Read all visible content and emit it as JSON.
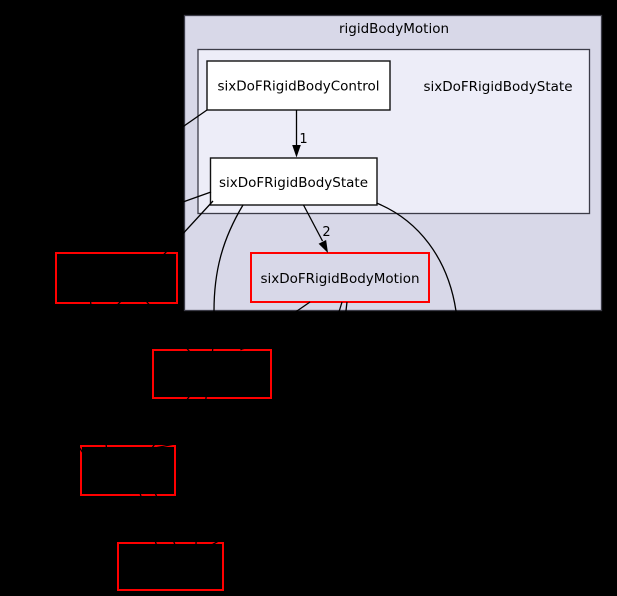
{
  "graph": {
    "clusters": {
      "outer": {
        "label": "rigidBodyMotion"
      },
      "inner": {
        "label": "sixDoFRigidBodyState"
      }
    },
    "nodes": {
      "control": {
        "label": "sixDoFRigidBodyControl"
      },
      "state": {
        "label": "sixDoFRigidBodyState"
      },
      "motion": {
        "label": "sixDoFRigidBodyMotion"
      }
    },
    "edge_labels": {
      "control_to_state": "1",
      "state_to_motion": "2"
    },
    "colors": {
      "page_background": "#000000",
      "outer_cluster_fill": "#d8d8e8",
      "inner_cluster_fill": "#ededf8",
      "cluster_border": "#3c3c48",
      "node_fill": "#ffffff",
      "node_border": "#111111",
      "highlight_node_border": "#ff0000",
      "edge": "#000000",
      "text": "#000000"
    }
  }
}
